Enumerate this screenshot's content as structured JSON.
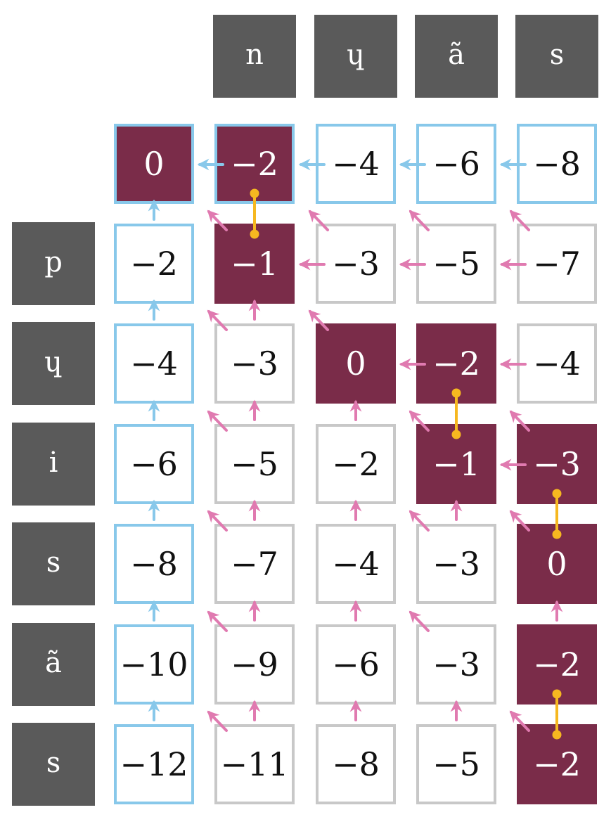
{
  "columns": [
    "n",
    "ɥ",
    "ã",
    "s"
  ],
  "rows": [
    "p",
    "ɥ",
    "i",
    "s",
    "ã",
    "s"
  ],
  "matrix": [
    [
      "0",
      "−2",
      "−4",
      "−6",
      "−8"
    ],
    [
      "−2",
      "−1",
      "−3",
      "−5",
      "−7"
    ],
    [
      "−4",
      "−3",
      "0",
      "−2",
      "−4"
    ],
    [
      "−6",
      "−5",
      "−2",
      "−1",
      "−3"
    ],
    [
      "−8",
      "−7",
      "−4",
      "−3",
      "0"
    ],
    [
      "−10",
      "−9",
      "−6",
      "−3",
      "−2"
    ],
    [
      "−12",
      "−11",
      "−8",
      "−5",
      "−2"
    ]
  ],
  "path_cells": [
    [
      0,
      0
    ],
    [
      0,
      1
    ],
    [
      1,
      1
    ],
    [
      2,
      2
    ],
    [
      2,
      3
    ],
    [
      3,
      3
    ],
    [
      3,
      4
    ],
    [
      4,
      4
    ],
    [
      5,
      4
    ],
    [
      6,
      4
    ]
  ],
  "arrows": [
    [
      [],
      [
        "left"
      ],
      [
        "left"
      ],
      [
        "left"
      ],
      [
        "left"
      ]
    ],
    [
      [
        "up"
      ],
      [
        "diag"
      ],
      [
        "left",
        "diag"
      ],
      [
        "left",
        "diag"
      ],
      [
        "left",
        "diag"
      ]
    ],
    [
      [
        "up"
      ],
      [
        "up",
        "diag"
      ],
      [
        "diag"
      ],
      [
        "left"
      ],
      [
        "left"
      ]
    ],
    [
      [
        "up"
      ],
      [
        "up",
        "diag"
      ],
      [
        "up"
      ],
      [
        "diag"
      ],
      [
        "left",
        "diag"
      ]
    ],
    [
      [
        "up"
      ],
      [
        "up",
        "diag"
      ],
      [
        "up"
      ],
      [
        "up",
        "diag"
      ],
      [
        "diag"
      ]
    ],
    [
      [
        "up"
      ],
      [
        "up",
        "diag"
      ],
      [
        "up"
      ],
      [
        "diag"
      ],
      [
        "up"
      ]
    ],
    [
      [
        "up"
      ],
      [
        "up",
        "diag"
      ],
      [
        "up"
      ],
      [
        "up"
      ],
      [
        "diag"
      ]
    ]
  ],
  "links": [
    [
      [
        0,
        1
      ],
      [
        1,
        1
      ]
    ],
    [
      [
        2,
        3
      ],
      [
        3,
        3
      ]
    ],
    [
      [
        3,
        4
      ],
      [
        4,
        4
      ]
    ],
    [
      [
        5,
        4
      ],
      [
        6,
        4
      ]
    ]
  ],
  "colors": {
    "header_bg": "#5a5a5a",
    "path_fill": "#7a2c49",
    "edge_border": "#88c8ea",
    "inner_border": "#c8c8c8",
    "edge_arrow": "#88c8ea",
    "inner_arrow": "#e07ab0",
    "link": "#f6b820"
  }
}
